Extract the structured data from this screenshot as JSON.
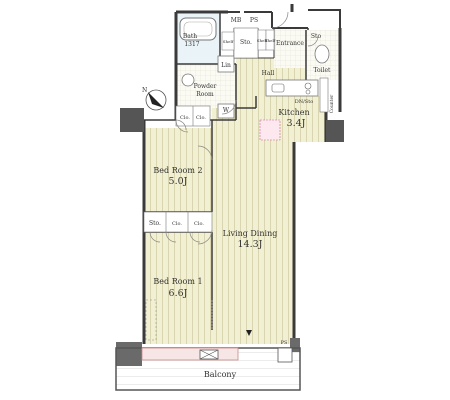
{
  "rooms": {
    "bath": {
      "name": "Bath",
      "size": "1317"
    },
    "mb": "MB",
    "ps_top": "PS",
    "storage": "Sto.",
    "shelf_a": "Shelf",
    "shelf_b": "Shelf",
    "shelf_c": "Shelf",
    "entrance": "Entrance",
    "sto_small": "Sto",
    "toilet": "Toilet",
    "lin": "Lin",
    "powder": {
      "line1": "Powder",
      "line2": "Room"
    },
    "w": "W",
    "hall": "Hall",
    "dnsto": "DN/Sto",
    "counter": "Counter",
    "kitchen": {
      "name": "Kitchen",
      "size": "3.4J"
    },
    "clo_br2_a": "Clo.",
    "clo_br2_b": "Clo.",
    "bedroom2": {
      "name": "Bed Room 2",
      "size": "5.0J"
    },
    "living": {
      "name": "Living Dining",
      "size": "14.3J"
    },
    "sto_br1": "Sto.",
    "clo_br1_a": "Clo.",
    "clo_br1_b": "Clo.",
    "bedroom1": {
      "name": "Bed Room 1",
      "size": "6.6J"
    },
    "ps_bottom": "PS",
    "balcony": "Balcony"
  },
  "north_label": "N"
}
